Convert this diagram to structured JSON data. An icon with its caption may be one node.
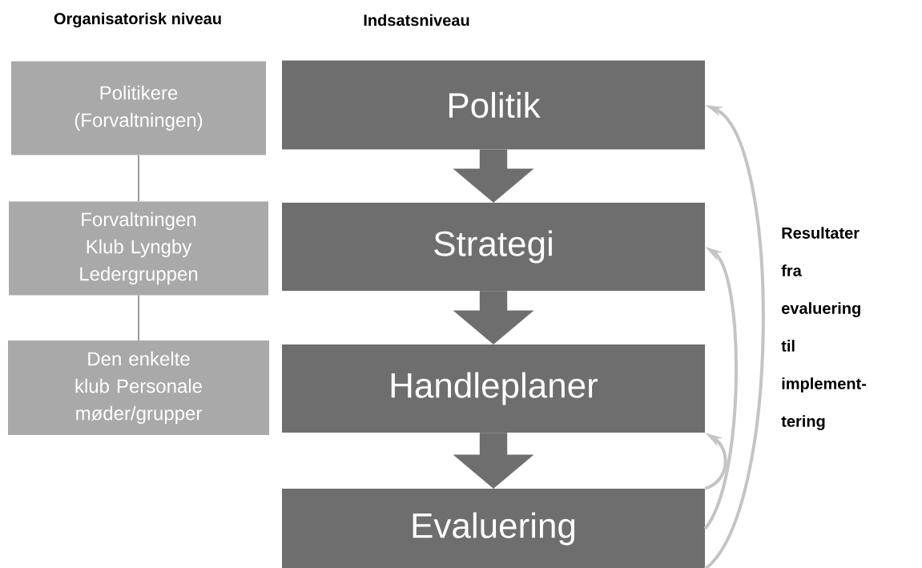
{
  "diagram": {
    "nodes": [
      {
        "text": [
          "Politikere (Forvaltningen)"
        ]
      },
      {
        "text": [
          "Forvaltningen Klub Lyngby Ledergruppen"
        ]
      },
      {
        "text": [
          "Den enkelte klub Personale møder/grupper"
        ]
      },
      {
        "text": [
          "Politik"
        ]
      },
      {
        "text": [
          "Strategi"
        ]
      },
      {
        "text": [
          "Handleplaner"
        ]
      },
      {
        "text": [
          "Evaluering"
        ]
      }
    ],
    "edges": [
      {
        "from": 0,
        "to": 1,
        "arrow": "none"
      },
      {
        "from": 1,
        "to": 2,
        "arrow": "none"
      },
      {
        "from": 3,
        "to": 4,
        "arrow": "to",
        "style": "thick"
      },
      {
        "from": 4,
        "to": 5,
        "arrow": "to",
        "style": "thick"
      },
      {
        "from": 5,
        "to": 6,
        "arrow": "to",
        "style": "thick"
      },
      {
        "from": 6,
        "to": 5,
        "arrow": "to",
        "color": "#c4c4c4"
      },
      {
        "from": 6,
        "to": 4,
        "arrow": "to",
        "color": "#c4c4c4"
      },
      {
        "from": 6,
        "to": 3,
        "arrow": "to",
        "color": "#c4c4c4"
      }
    ],
    "labels": [
      "Organisatorisk niveau",
      "Indsatsniveau",
      "Resultater fra evaluering til implement- tering"
    ]
  }
}
